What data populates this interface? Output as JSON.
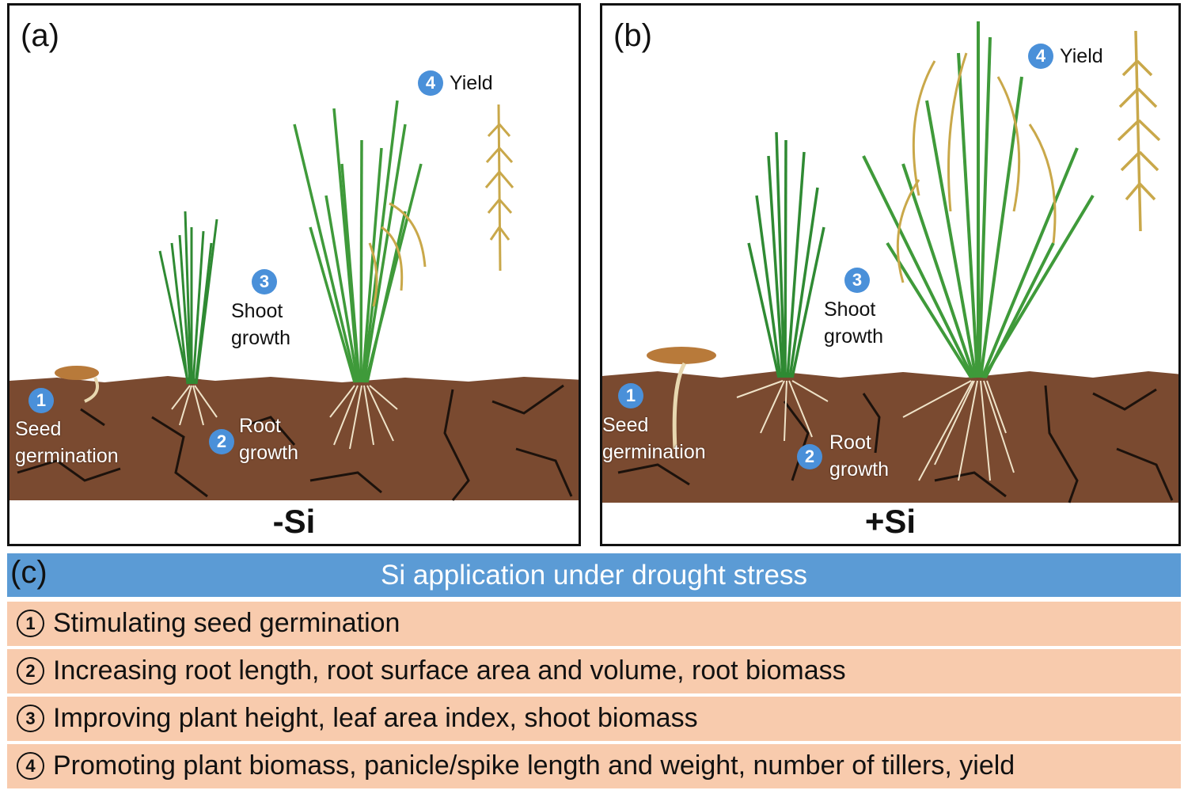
{
  "panel_a": {
    "letter": "(a)",
    "condition": "-Si",
    "labels": {
      "seed": [
        "Seed",
        "germination"
      ],
      "root": [
        "Root",
        "growth"
      ],
      "shoot": [
        "Shoot",
        "growth"
      ],
      "yield": "Yield"
    }
  },
  "panel_b": {
    "letter": "(b)",
    "condition": "+Si",
    "labels": {
      "seed": [
        "Seed",
        "germination"
      ],
      "root": [
        "Root",
        "growth"
      ],
      "shoot": [
        "Shoot",
        "growth"
      ],
      "yield": "Yield"
    }
  },
  "badges": [
    "1",
    "2",
    "3",
    "4"
  ],
  "section_c": {
    "letter": "(c)",
    "title": "Si application under drought stress",
    "items": [
      {
        "num": "1",
        "text": "Stimulating seed germination"
      },
      {
        "num": "2",
        "text": "Increasing root length, root surface area and volume, root biomass"
      },
      {
        "num": "3",
        "text": "Improving plant height, leaf area index, shoot biomass"
      },
      {
        "num": "4",
        "text": "Promoting plant biomass, panicle/spike length and weight, number of tillers, yield"
      }
    ]
  },
  "colors": {
    "soil": "#7a4a30",
    "crack": "#1c120c",
    "leaf": "#3f9a3a",
    "grain": "#c9a84a",
    "badge": "#4a90d9",
    "header": "#5b9bd5",
    "row": "#f8cbad"
  }
}
